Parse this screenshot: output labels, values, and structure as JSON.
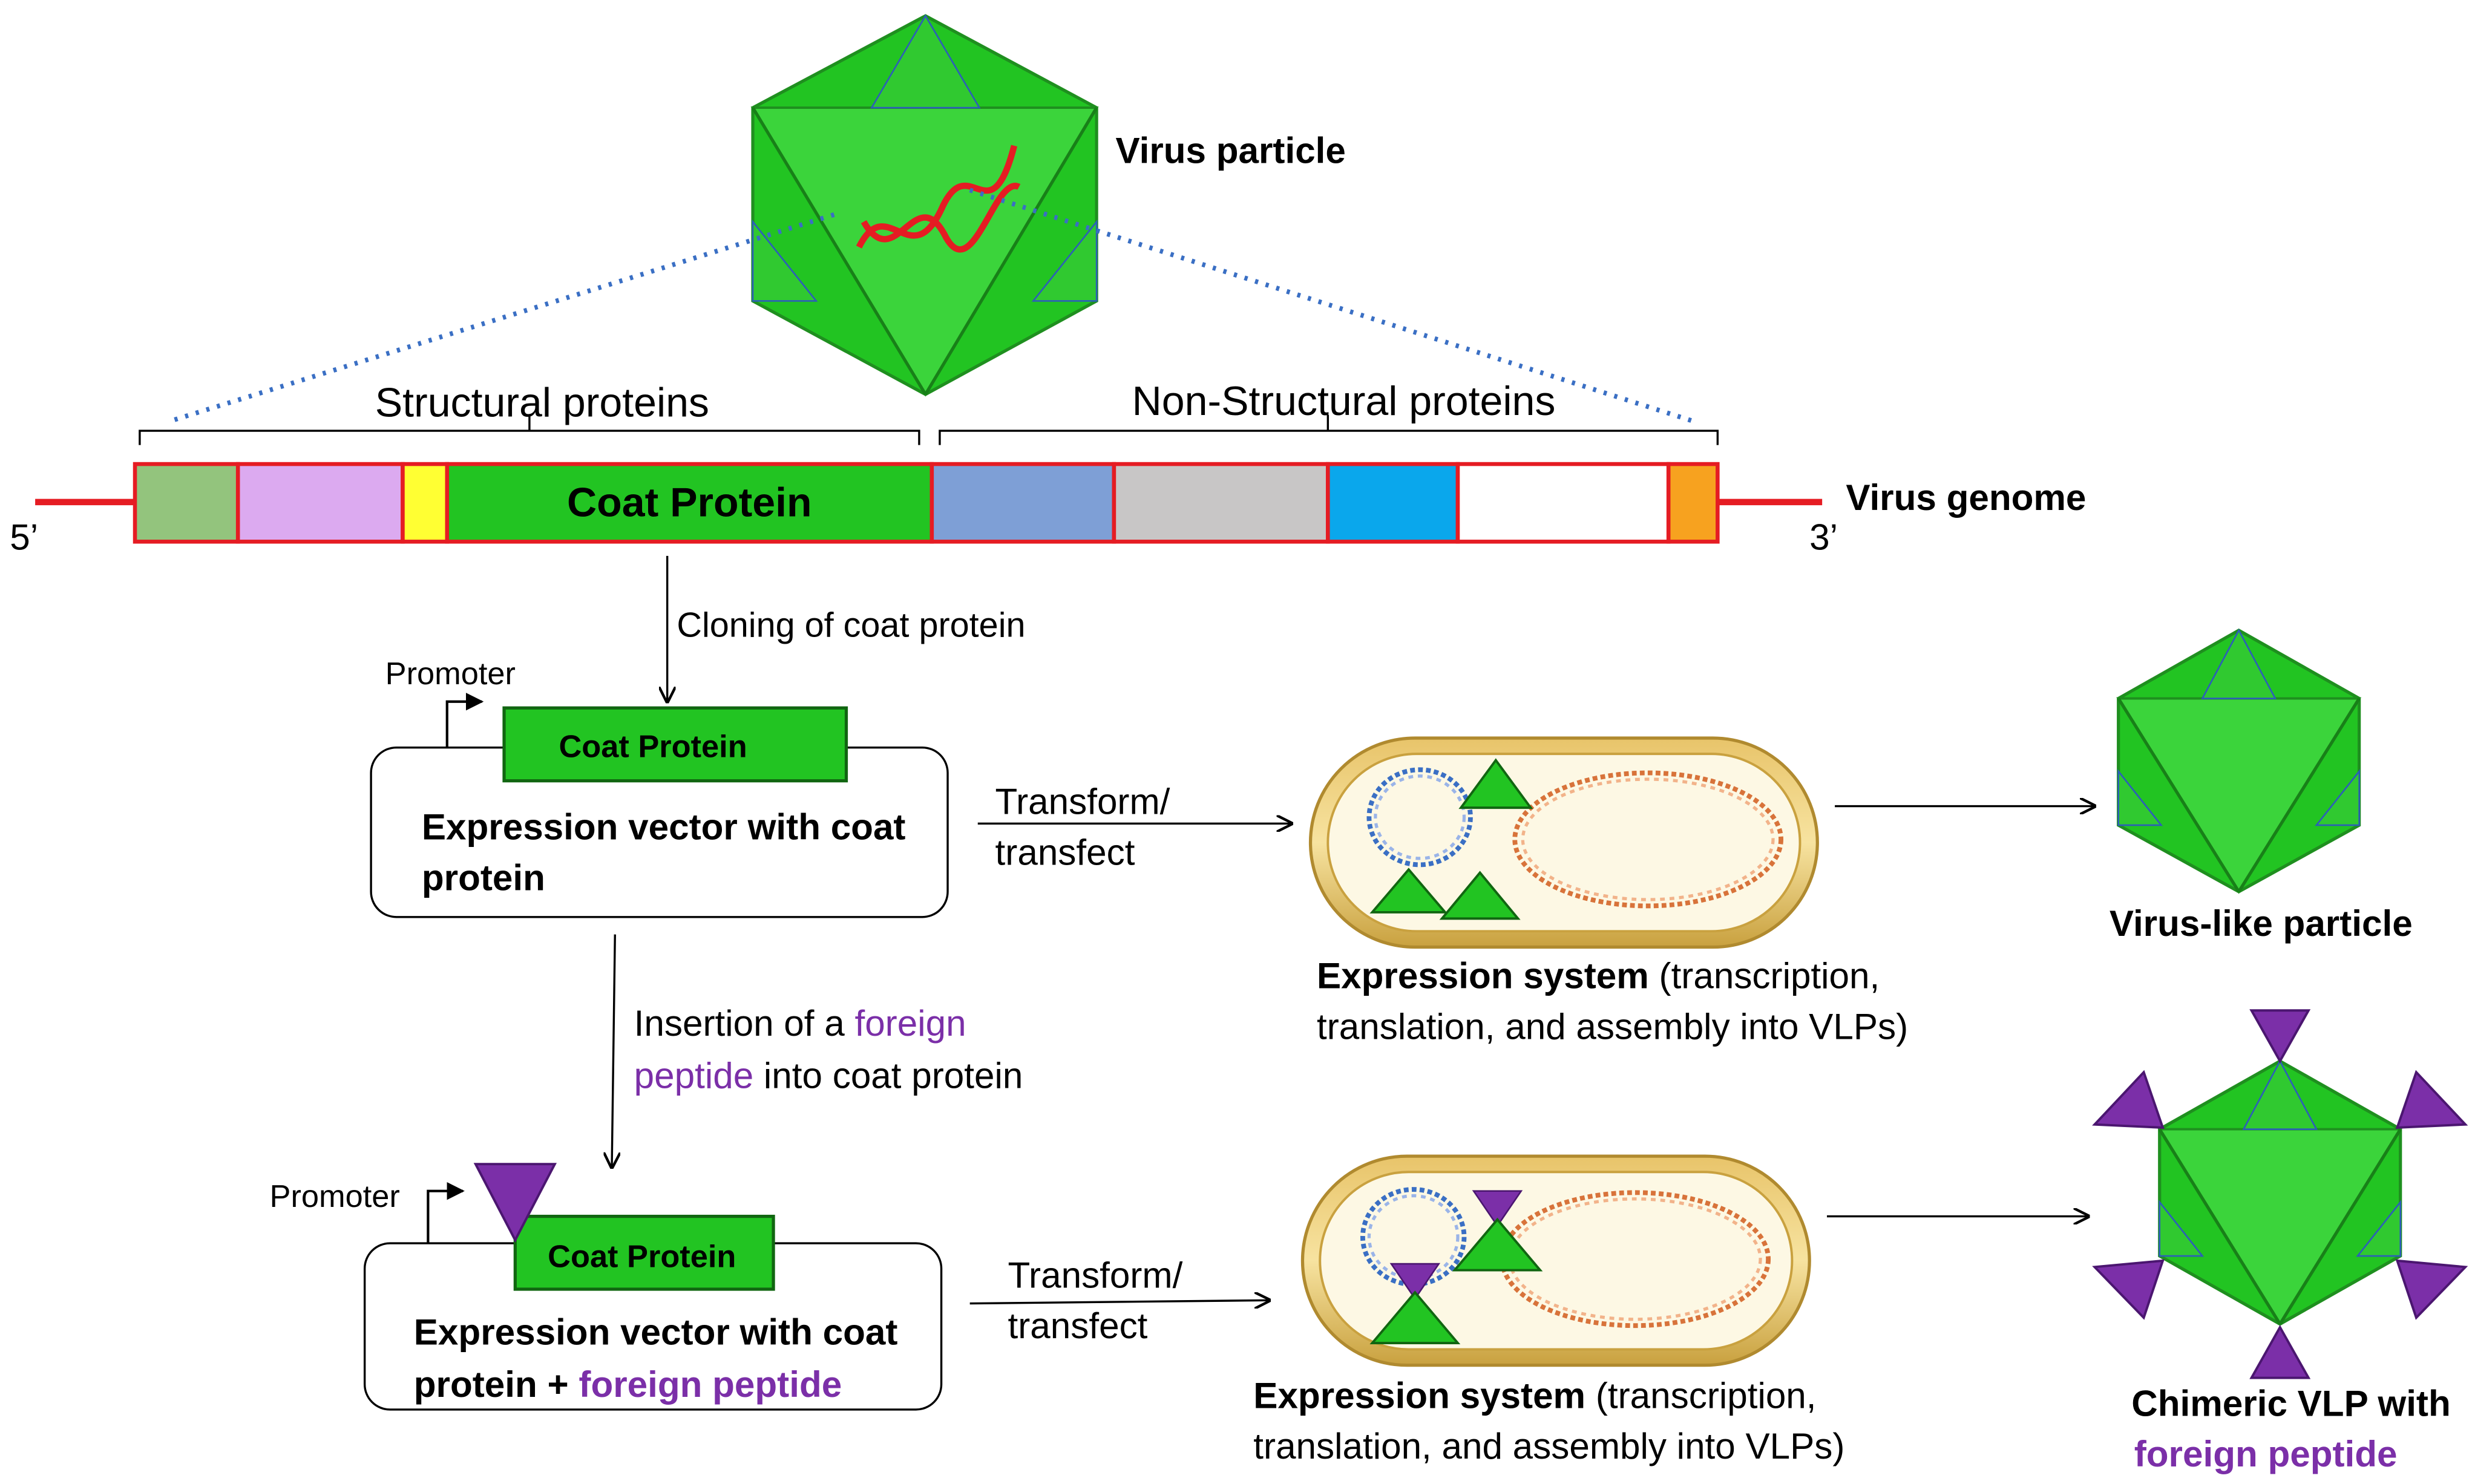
{
  "virus_particle_label": "Virus particle",
  "genome": {
    "label": "Virus genome",
    "five_prime": "5’",
    "three_prime": "3’",
    "structural_label": "Structural proteins",
    "nonstructural_label": "Non-Structural proteins",
    "coat_protein_label": "Coat Protein",
    "segment_colors": [
      "#93c47d",
      "#dcaaf0",
      "#ffff33",
      "#22c422",
      "#7e9fd6",
      "#c8c6c6",
      "#0aa7ec",
      "#ffffff",
      "#f7a21f"
    ]
  },
  "steps": {
    "cloning": "Cloning of coat protein",
    "insertion_1": "Insertion of a",
    "insertion_foreign": "foreign",
    "insertion_2": "peptide",
    "insertion_3": "into coat protein",
    "transform_1": "Transform/",
    "transform_2": "transfect"
  },
  "vector1": {
    "promoter": "Promoter",
    "gene_label": "Coat Protein",
    "line1": "Expression vector with coat",
    "line2": "protein"
  },
  "vector2": {
    "promoter": "Promoter",
    "gene_label": "Coat Protein",
    "line1": "Expression vector with coat",
    "line2_start": "protein +",
    "line2_foreign": "foreign peptide"
  },
  "expression": {
    "title": "Expression system",
    "detail_1": "(transcription,",
    "detail_2": "translation, and assembly into VLPs)"
  },
  "products": {
    "vlp": "Virus-like particle",
    "chimeric_1": "Chimeric VLP with",
    "chimeric_2": "foreign peptide"
  },
  "colors": {
    "capsid_green": "#22c422",
    "capsid_edge": "#1f8f1f",
    "foreign_purple": "#7b2fa8",
    "genome_red": "#e51c23",
    "guide_blue": "#3a6fc4"
  }
}
